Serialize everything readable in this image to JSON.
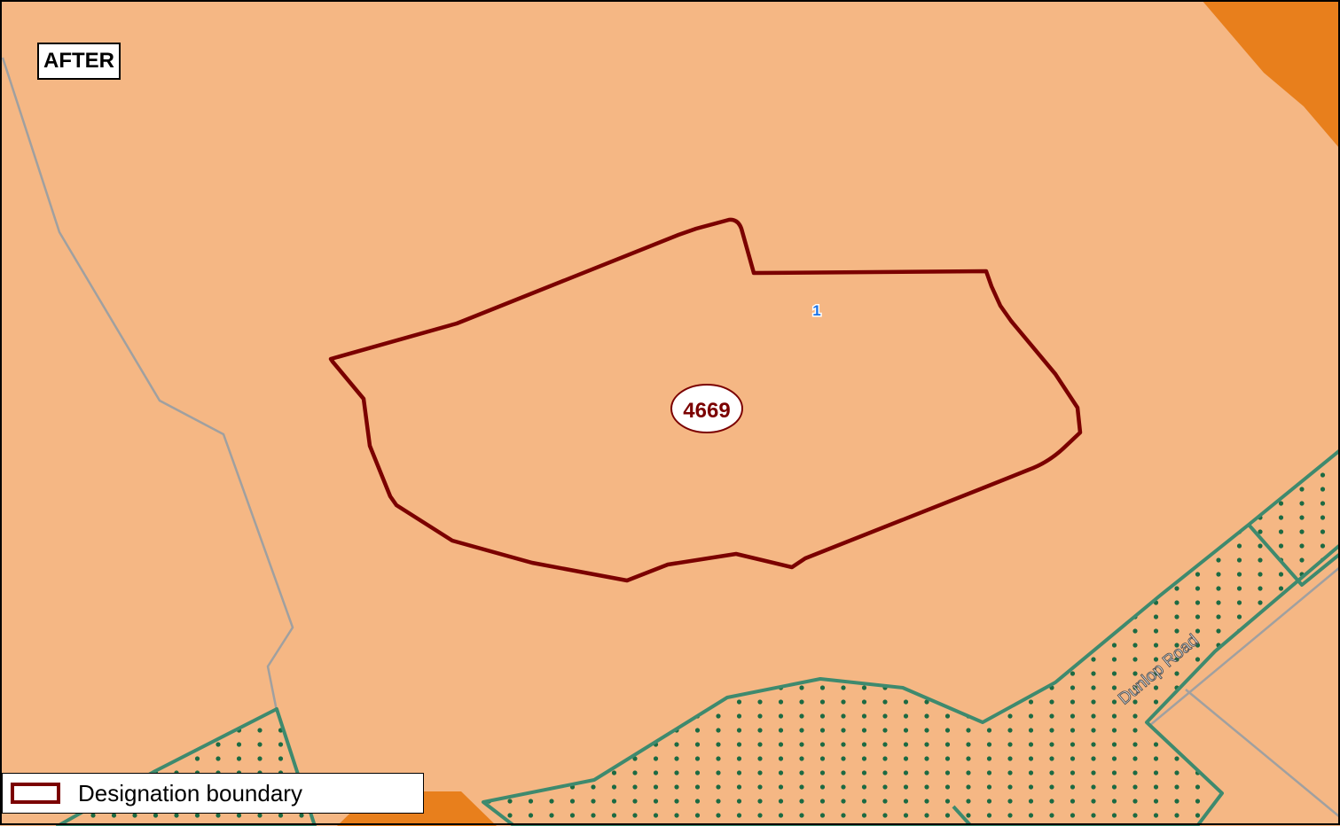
{
  "map": {
    "panel_label": "AFTER",
    "site": {
      "id_label": "4669",
      "point_marker": "1"
    },
    "road_label": "Dunlop Road",
    "legend": {
      "items": [
        {
          "label": "Designation boundary",
          "stroke_color": "#7b0000"
        }
      ]
    },
    "colors": {
      "base_zone": "#f5b784",
      "accent_zone": "#e87f1c",
      "hatched_zone_outline": "#3e8a6e",
      "hatched_zone_dots": "#1c6a42",
      "designation_boundary": "#7b0000",
      "parcel_lines": "#a0a0a0",
      "marker_text": "#1a73e8"
    }
  }
}
